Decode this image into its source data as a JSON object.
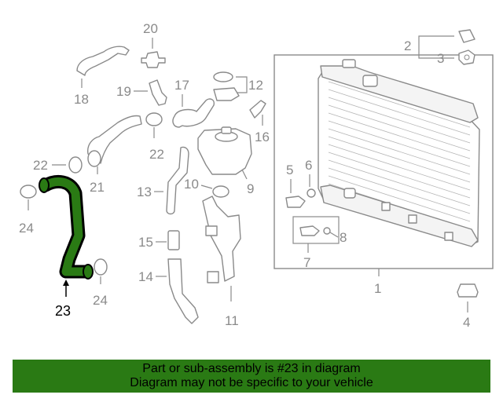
{
  "diagram": {
    "labels": {
      "p1": "1",
      "p2": "2",
      "p3": "3",
      "p4": "4",
      "p5": "5",
      "p6": "6",
      "p7": "7",
      "p8": "8",
      "p9": "9",
      "p10": "10",
      "p11": "11",
      "p12": "12",
      "p13": "13",
      "p14": "14",
      "p15": "15",
      "p16": "16",
      "p17": "17",
      "p18": "18",
      "p19": "19",
      "p20": "20",
      "p21": "21",
      "p22a": "22",
      "p22b": "22",
      "p23": "23",
      "p24a": "24",
      "p24b": "24"
    },
    "highlighted_part": "23",
    "highlight_color": "#2a7a14",
    "line_color": "#8a8a8a"
  },
  "banner": {
    "line1": "Part or sub-assembly is #23 in diagram",
    "line2": "Diagram may not be specific to your vehicle",
    "background": "#2a7a14"
  }
}
